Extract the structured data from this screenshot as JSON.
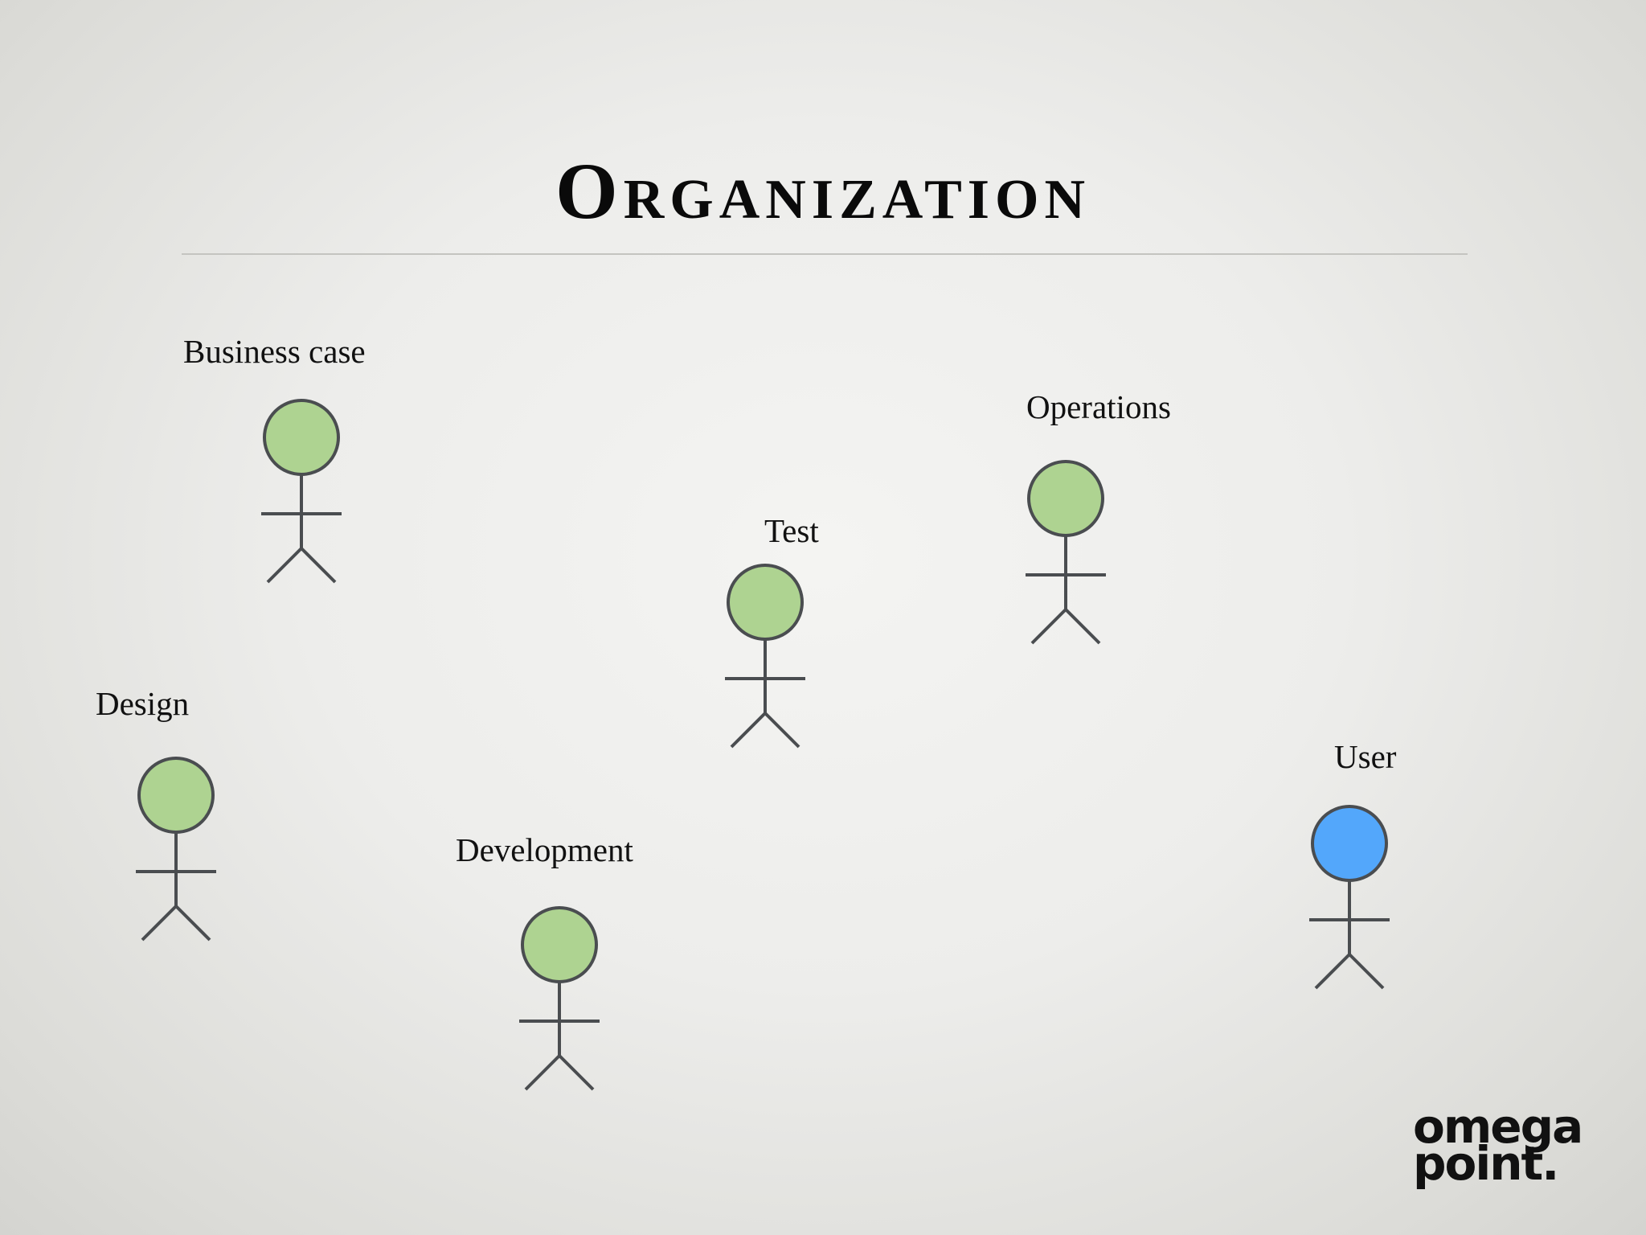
{
  "title": "Organization",
  "actors": [
    {
      "label": "Business case",
      "role": "stakeholder",
      "color": "#aed391"
    },
    {
      "label": "Operations",
      "role": "stakeholder",
      "color": "#aed391"
    },
    {
      "label": "Test",
      "role": "stakeholder",
      "color": "#aed391"
    },
    {
      "label": "Design",
      "role": "stakeholder",
      "color": "#aed391"
    },
    {
      "label": "Development",
      "role": "stakeholder",
      "color": "#aed391"
    },
    {
      "label": "User",
      "role": "end-user",
      "color": "#53a7fb"
    }
  ],
  "colors": {
    "stroke": "#4a4d50",
    "stakeholder_fill": "#aed391",
    "user_fill": "#53a7fb"
  },
  "logo": {
    "line1": "omega",
    "line2": "point."
  }
}
